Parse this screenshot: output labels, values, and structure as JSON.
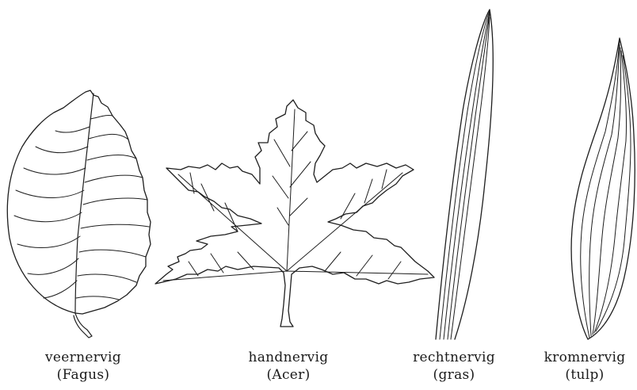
{
  "leaves": [
    {
      "type": "veernervig",
      "example": "(Fagus)"
    },
    {
      "type": "handnervig",
      "example": "(Acer)"
    },
    {
      "type": "rechtnervig",
      "example": "(gras)"
    },
    {
      "type": "kromnervig",
      "example": "(tulp)"
    }
  ]
}
